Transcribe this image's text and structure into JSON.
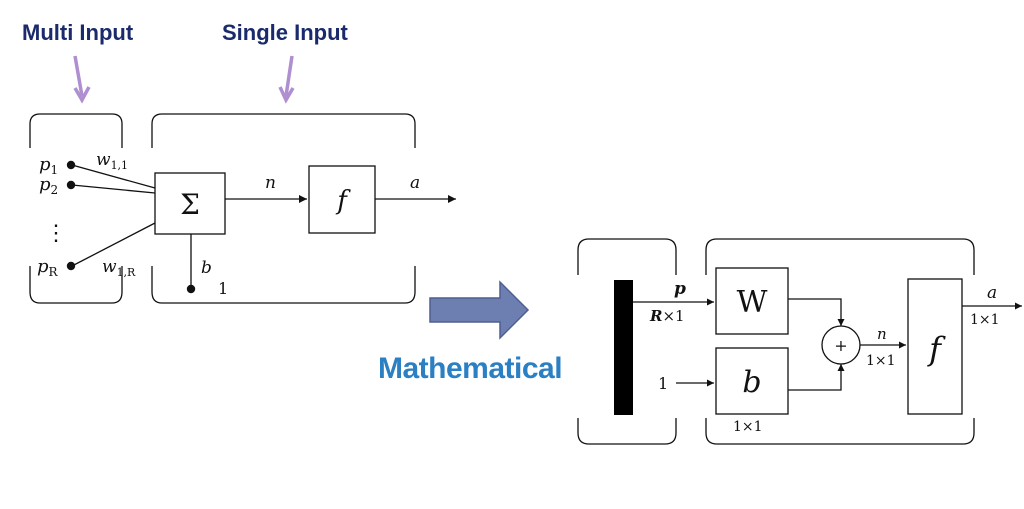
{
  "labels": {
    "multi_input": "Multi Input",
    "single_input": "Single Input",
    "mathematical": "Mathematical"
  },
  "left_diagram": {
    "inputs": [
      "p",
      "p",
      "p"
    ],
    "input_subscripts": [
      "1",
      "2",
      "R"
    ],
    "vertical_dots": "⋮",
    "weights": [
      "w",
      "w"
    ],
    "weight_subscripts": [
      "1,1",
      "1,R"
    ],
    "sum_symbol": "Σ",
    "net_label": "n",
    "transfer_symbol": "f",
    "output_label": "a",
    "bias_label": "b",
    "bias_input": "1"
  },
  "right_diagram": {
    "input_label": "p",
    "input_dim": "R",
    "input_dim_suffix": "×1",
    "weight_symbol": "W",
    "bias_symbol": "b",
    "bias_dim": "1×1",
    "bias_input": "1",
    "sum_symbol": "+",
    "net_label": "n",
    "net_dim": "1×1",
    "transfer_symbol": "f",
    "output_label": "a",
    "output_dim": "1×1"
  },
  "colors": {
    "label_dark_blue": "#1a2a6c",
    "label_blue": "#2b7fc3",
    "pointer_arrow": "#b08fd0",
    "big_arrow": "#6d7fb0",
    "big_arrow_border": "#4e5f91"
  }
}
